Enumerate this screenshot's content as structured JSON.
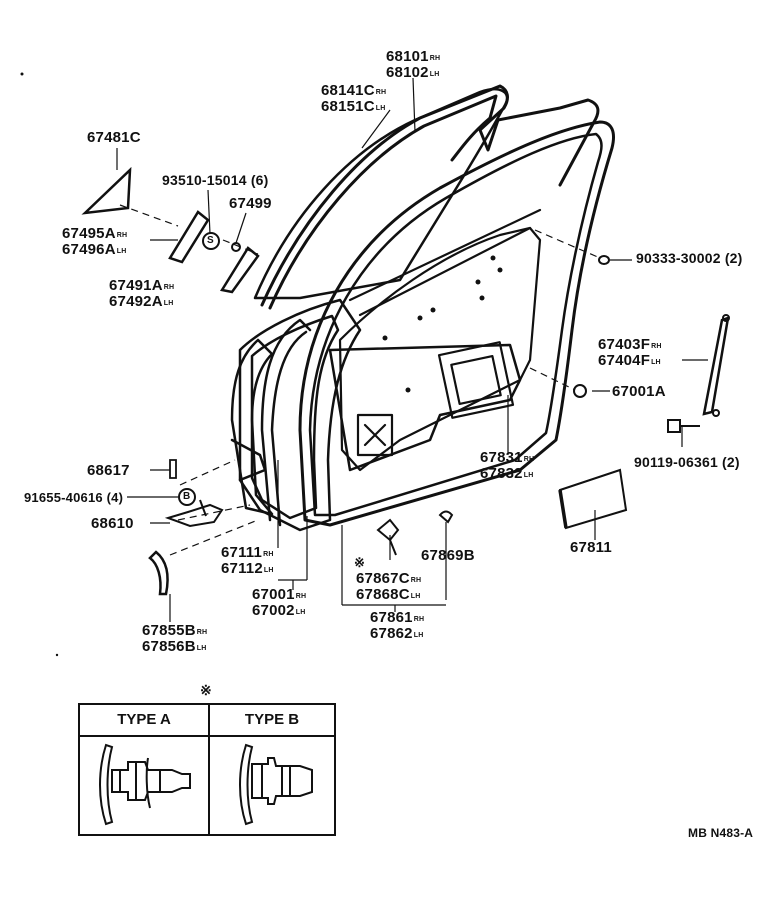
{
  "parts": {
    "p68101": {
      "num": "68101",
      "side": "RH"
    },
    "p68102": {
      "num": "68102",
      "side": "LH"
    },
    "p68141C": {
      "num": "68141C",
      "side": "RH"
    },
    "p68151C": {
      "num": "68151C",
      "side": "LH"
    },
    "p67481C": {
      "num": "67481C"
    },
    "p93510": {
      "num": "93510-15014 (6)"
    },
    "p67499": {
      "num": "67499"
    },
    "p67495A": {
      "num": "67495A",
      "side": "RH"
    },
    "p67496A": {
      "num": "67496A",
      "side": "LH"
    },
    "p67491A": {
      "num": "67491A",
      "side": "RH"
    },
    "p67492A": {
      "num": "67492A",
      "side": "LH"
    },
    "p90333": {
      "num": "90333-30002 (2)"
    },
    "p67403F": {
      "num": "67403F",
      "side": "RH"
    },
    "p67404F": {
      "num": "67404F",
      "side": "LH"
    },
    "p67001A": {
      "num": "67001A"
    },
    "p90119": {
      "num": "90119-06361 (2)"
    },
    "p67831": {
      "num": "67831",
      "side": "RH"
    },
    "p67832": {
      "num": "67832",
      "side": "LH"
    },
    "p68617": {
      "num": "68617"
    },
    "p91655": {
      "num": "91655-40616 (4)"
    },
    "p68610": {
      "num": "68610"
    },
    "p67111": {
      "num": "67111",
      "side": "RH"
    },
    "p67112": {
      "num": "67112",
      "side": "LH"
    },
    "p67001": {
      "num": "67001",
      "side": "RH"
    },
    "p67002": {
      "num": "67002",
      "side": "LH"
    },
    "p67867C": {
      "num": "67867C",
      "side": "RH"
    },
    "p67868C": {
      "num": "67868C",
      "side": "LH"
    },
    "p67869B": {
      "num": "67869B"
    },
    "p67811": {
      "num": "67811"
    },
    "p67861": {
      "num": "67861",
      "side": "RH"
    },
    "p67862": {
      "num": "67862",
      "side": "LH"
    },
    "p67855B": {
      "num": "67855B",
      "side": "RH"
    },
    "p67856B": {
      "num": "67856B",
      "side": "LH"
    }
  },
  "markers": {
    "asterisk": "※",
    "s": "S",
    "b": "B"
  },
  "type_table": {
    "type_a": "TYPE A",
    "type_b": "TYPE B"
  },
  "drawing_code": "MB N483-A"
}
